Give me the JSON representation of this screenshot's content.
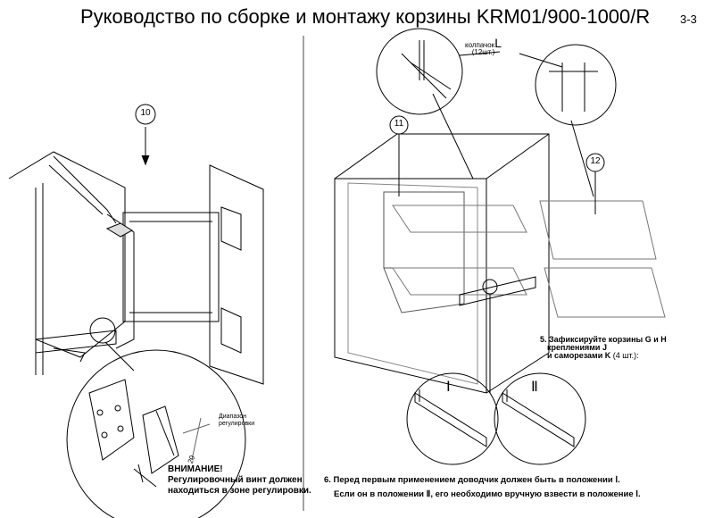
{
  "header": {
    "title": "Руководство по сборке и монтажу корзины KRM01/900-1000/R",
    "page": "3-3"
  },
  "left": {
    "step_label": "10",
    "range_label": [
      "Диапазон",
      "регулировки"
    ],
    "dimension": "20",
    "warning_title": "ВНИМАНИЕ!",
    "warning_lines": [
      "Регулировочный винт должен",
      "находиться в зоне регулировки."
    ]
  },
  "right": {
    "part_labels": [
      "11",
      "12"
    ],
    "cap_label": "колпачок",
    "cap_letter": "L",
    "cap_qty": "(12шт.)",
    "step5_lines": [
      "5. Зафиксируйте корзины G и H",
      "креплениями J",
      "и саморезами K"
    ],
    "step5_qty": "(4 шт.):",
    "positions": [
      "Ⅰ",
      "Ⅱ"
    ],
    "step6_line1": "6. Перед первым применением доводчик должен быть в положении Ⅰ.",
    "step6_line2": "Если он в положении Ⅱ, его необходимо вручную взвести в положение Ⅰ."
  }
}
